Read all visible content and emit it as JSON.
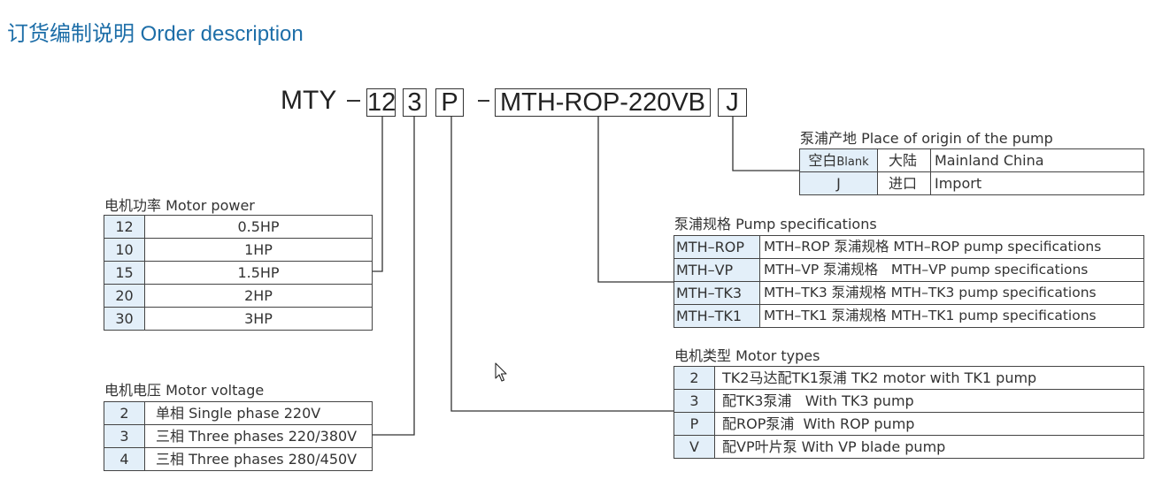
{
  "title": "订货编制说明 Order description",
  "code": {
    "prefix": "MTY",
    "dash1": "-",
    "power": "12",
    "voltage": "3",
    "motor_type": "P",
    "dash2": "-",
    "pump_spec": "MTH-ROP-220VB",
    "origin": "J"
  },
  "origin_table": {
    "title": "泵浦产地 Place of origin of the pump",
    "rows": [
      {
        "code_cn": "空白",
        "code_en": "Blank",
        "cn": "大陆",
        "en": "Mainland China"
      },
      {
        "code_cn": "J",
        "code_en": "",
        "cn": "进口",
        "en": "Import"
      }
    ]
  },
  "pump_table": {
    "title": "泵浦规格 Pump specifications",
    "rows": [
      {
        "code": "MTH–ROP",
        "desc": "MTH–ROP 泵浦规格 MTH–ROP pump specifications"
      },
      {
        "code": "MTH–VP",
        "desc": "MTH–VP 泵浦规格   MTH–VP pump specifications"
      },
      {
        "code": "MTH–TK3",
        "desc": "MTH–TK3 泵浦规格 MTH–TK3 pump specifications"
      },
      {
        "code": "MTH–TK1",
        "desc": "MTH–TK1 泵浦规格 MTH–TK1 pump specifications"
      }
    ]
  },
  "motor_type_table": {
    "title": "电机类型 Motor types",
    "rows": [
      {
        "code": "2",
        "desc": "TK2马达配TK1泵浦 TK2 motor with TK1 pump"
      },
      {
        "code": "3",
        "desc": "配TK3泵浦   With TK3 pump"
      },
      {
        "code": "P",
        "desc": "配ROP泵浦  With ROP pump"
      },
      {
        "code": "V",
        "desc": "配VP叶片泵 With VP blade pump"
      }
    ]
  },
  "power_table": {
    "title": "电机功率 Motor power",
    "rows": [
      {
        "code": "12",
        "value": "0.5HP"
      },
      {
        "code": "10",
        "value": "1HP"
      },
      {
        "code": "15",
        "value": "1.5HP"
      },
      {
        "code": "20",
        "value": "2HP"
      },
      {
        "code": "30",
        "value": "3HP"
      }
    ]
  },
  "voltage_table": {
    "title": "电机电压 Motor voltage",
    "rows": [
      {
        "code": "2",
        "desc": "单相 Single phase 220V"
      },
      {
        "code": "3",
        "desc": "三相 Three phases 220/380V"
      },
      {
        "code": "4",
        "desc": "三相 Three phases 280/450V"
      }
    ]
  },
  "colors": {
    "title": "#1d6ea8",
    "code_cell_bg": "#e3eff9",
    "border": "#444444"
  },
  "icons": [
    "mouse-cursor-icon"
  ]
}
